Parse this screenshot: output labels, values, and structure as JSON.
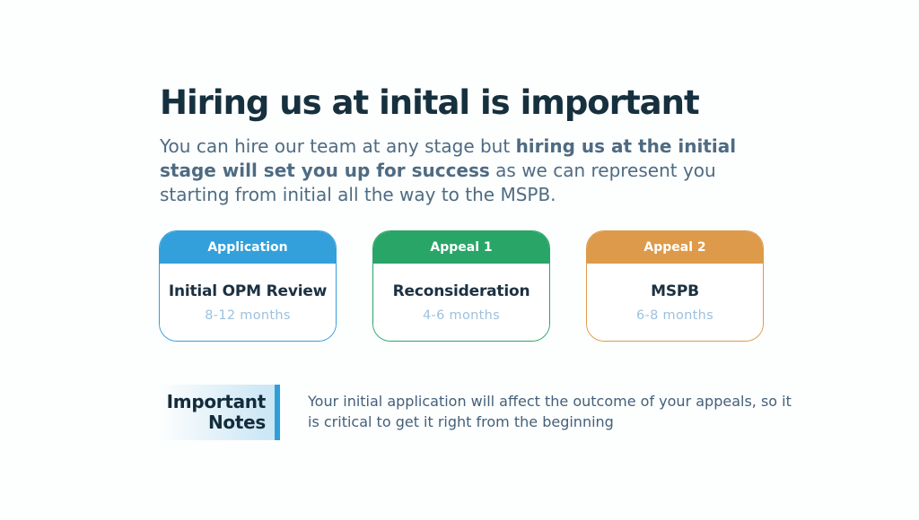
{
  "page": {
    "background_color": "#fdfefe",
    "title": "Hiring us at inital is important",
    "title_color": "#16303e",
    "subtitle": {
      "pre": "You can hire our team at any stage but ",
      "bold": "hiring us at the initial stage will set you up for success",
      "post": " as we can represent you starting from initial all the way to the MSPB.",
      "text_color": "#4e6b82"
    }
  },
  "cards": [
    {
      "tag": "Application",
      "title": "Initial OPM Review",
      "duration": "8-12 months",
      "color": "#33a0db"
    },
    {
      "tag": "Appeal 1",
      "title": "Reconsideration",
      "duration": "4-6 months",
      "color": "#2aa568"
    },
    {
      "tag": "Appeal 2",
      "title": "MSPB",
      "duration": "6-8 months",
      "color": "#dd9a4a"
    }
  ],
  "card_styles": {
    "title_color": "#1b3142",
    "duration_color": "#9dc1de",
    "tag_text_color": "#ffffff"
  },
  "notes": {
    "label_line1": "Important",
    "label_line2": "Notes",
    "label_color": "#132c3d",
    "bar_color": "#2f9fd8",
    "gradient_color": "#cde7f5",
    "text": "Your initial application will affect the outcome of your appeals, so it is critical to get it right from the beginning",
    "text_color": "#44607a"
  }
}
